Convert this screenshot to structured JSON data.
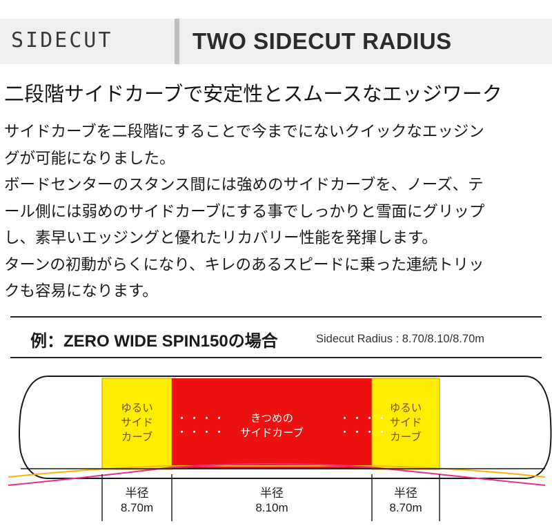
{
  "banner": {
    "left_label": "SIDECUT",
    "right_label": "TWO SIDECUT RADIUS"
  },
  "headline": "二段階サイドカーブで安定性とスムースなエッジワーク",
  "description_lines": [
    "サイドカーブを二段階にすることで今までにないクイックなエッジン",
    "グが可能になりました。",
    "ボードセンターのスタンス間には強めのサイドカーブを、ノーズ、テ",
    "ール側には弱めのサイドカーブにする事でしっかりと雪面にグリップ",
    "し、素早いエッジングと優れたリカバリー性能を発揮します。",
    "ターンの初動がらくになり、キレのあるスピードに乗った連続トリッ",
    "クも容易になります。"
  ],
  "diagram": {
    "example_title": "例：ZERO WIDE SPIN150の場合",
    "radius_info": "Sidecut Radius : 8.70/8.10/8.70m",
    "zones": {
      "nose": {
        "line1": "ゆるい",
        "line2": "サイド",
        "line3": "カーブ"
      },
      "center": {
        "line1": "きつめの",
        "line2": "サイドカーブ"
      },
      "tail": {
        "line1": "ゆるい",
        "line2": "サイド",
        "line3": "カーブ"
      }
    },
    "dots": "・・・・",
    "radii": [
      {
        "label": "半径",
        "value": "8.70m"
      },
      {
        "label": "半径",
        "value": "8.10m"
      },
      {
        "label": "半径",
        "value": "8.70m"
      }
    ],
    "colors": {
      "soft_zone": "#ffee00",
      "firm_zone": "#ee1111",
      "soft_curve_line": "#ffb300",
      "firm_curve_line": "#ee2a8a"
    }
  }
}
